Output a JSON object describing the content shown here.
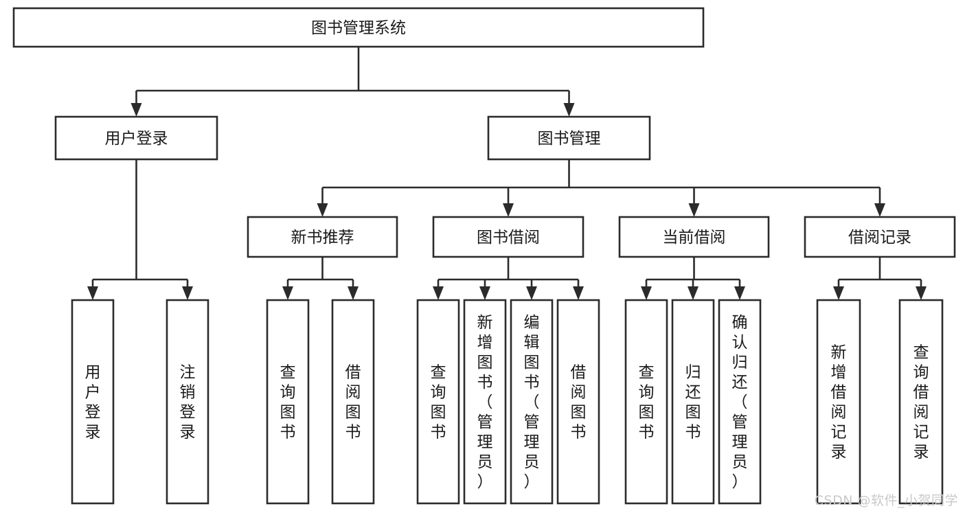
{
  "diagram": {
    "title": "图书管理系统",
    "type": "tree-hierarchy-diagram",
    "colors": {
      "box_stroke": "#2b2b2b",
      "box_fill": "#ffffff",
      "text": "#1a1a1a",
      "background": "#ffffff",
      "watermark": "#c9c9c9"
    },
    "root": {
      "id": "root",
      "label": "图书管理系统",
      "orientation": "horizontal"
    },
    "level2": [
      {
        "id": "user-login",
        "label": "用户登录",
        "orientation": "horizontal"
      },
      {
        "id": "book-management",
        "label": "图书管理",
        "orientation": "horizontal"
      }
    ],
    "level3": [
      {
        "id": "new-book-recommend",
        "label": "新书推荐",
        "orientation": "horizontal",
        "parent": "book-management"
      },
      {
        "id": "book-borrow",
        "label": "图书借阅",
        "orientation": "horizontal",
        "parent": "book-management"
      },
      {
        "id": "current-borrow",
        "label": "当前借阅",
        "orientation": "horizontal",
        "parent": "book-management"
      },
      {
        "id": "borrow-record",
        "label": "借阅记录",
        "orientation": "horizontal",
        "parent": "book-management"
      }
    ],
    "leaves": {
      "user-login": [
        {
          "id": "leaf-user-login",
          "label": "用户登录",
          "orientation": "vertical"
        },
        {
          "id": "leaf-logout",
          "label": "注销登录",
          "orientation": "vertical"
        }
      ],
      "new-book-recommend": [
        {
          "id": "leaf-query-book-1",
          "label": "查询图书",
          "orientation": "vertical"
        },
        {
          "id": "leaf-borrow-book-1",
          "label": "借阅图书",
          "orientation": "vertical"
        }
      ],
      "book-borrow": [
        {
          "id": "leaf-query-book-2",
          "label": "查询图书",
          "orientation": "vertical"
        },
        {
          "id": "leaf-add-book",
          "label": "新增图书（管理员）",
          "orientation": "vertical"
        },
        {
          "id": "leaf-edit-book",
          "label": "编辑图书（管理员）",
          "orientation": "vertical"
        },
        {
          "id": "leaf-borrow-book-2",
          "label": "借阅图书",
          "orientation": "vertical"
        }
      ],
      "current-borrow": [
        {
          "id": "leaf-query-book-3",
          "label": "查询图书",
          "orientation": "vertical"
        },
        {
          "id": "leaf-return-book",
          "label": "归还图书",
          "orientation": "vertical"
        },
        {
          "id": "leaf-confirm-return",
          "label": "确认归还（管理员）",
          "orientation": "vertical"
        }
      ],
      "borrow-record": [
        {
          "id": "leaf-add-record",
          "label": "新增借阅记录",
          "orientation": "vertical"
        },
        {
          "id": "leaf-query-record",
          "label": "查询借阅记录",
          "orientation": "vertical"
        }
      ]
    }
  },
  "watermark": {
    "text": "CSDN @软件_小贺同学"
  }
}
